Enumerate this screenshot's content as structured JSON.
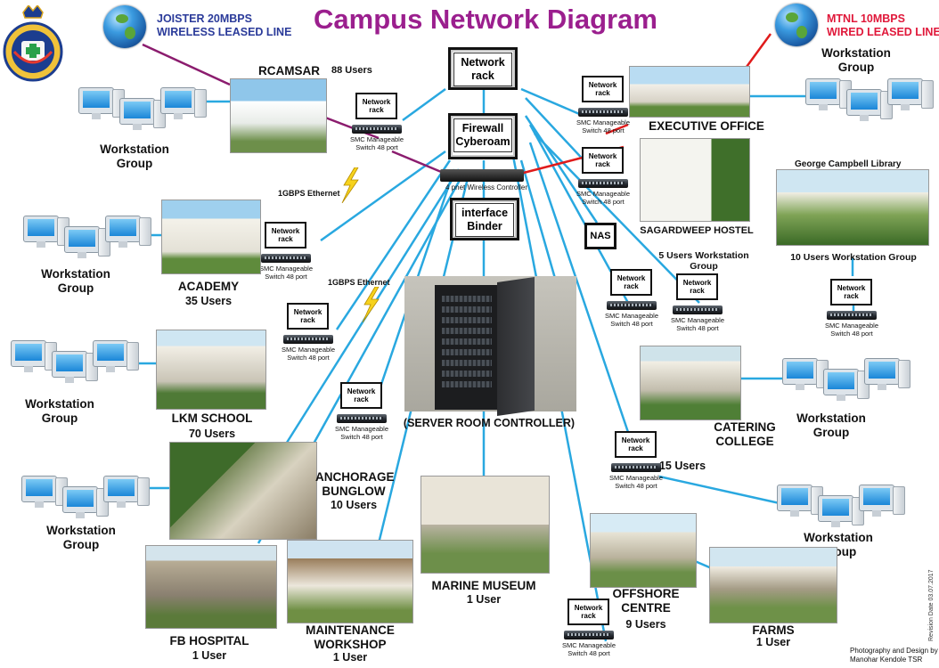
{
  "title": "Campus Network Diagram",
  "isp_left": {
    "line1": "JOISTER 20MBPS",
    "line2": "WIRELESS LEASED LINE"
  },
  "isp_right": {
    "line1": "MTNL 10MBPS",
    "line2": "WIRED LEASED LINE"
  },
  "core": {
    "network_rack": [
      "Network",
      "rack"
    ],
    "firewall": [
      "Firewall",
      "Cyberoam"
    ],
    "interface_binder": [
      "interface",
      "Binder"
    ],
    "nas": "NAS",
    "wireless_controller": "4 pnet Wireless Controller",
    "server_room": "(SERVER ROOM CONTROLLER)"
  },
  "switch": {
    "rack_line1": "Network",
    "rack_line2": "rack",
    "label_line1": "SMC Manageable",
    "label_line2": "Switch 48 port"
  },
  "links": {
    "ethernet": "1GBPS Ethernet"
  },
  "workstation": {
    "line1": "Workstation",
    "line2": "Group"
  },
  "buildings": {
    "rcamsar": {
      "name": "RCAMSAR",
      "users": "88 Users"
    },
    "academy": {
      "name": "ACADEMY",
      "users": "35 Users"
    },
    "lkm": {
      "name": "LKM SCHOOL",
      "users": "70 Users"
    },
    "anchorage": {
      "line1": "ANCHORAGE",
      "line2": "BUNGLOW",
      "users": "10 Users"
    },
    "fb_hospital": {
      "name": "FB HOSPITAL",
      "users": "1 User"
    },
    "maintenance": {
      "line1": "MAINTENANCE",
      "line2": "WORKSHOP",
      "users": "1 User"
    },
    "marine_museum": {
      "name": "MARINE MUSEUM",
      "users": "1 User"
    },
    "executive": {
      "name": "EXECUTIVE OFFICE"
    },
    "sagardweep": {
      "name": "SAGARDWEEP HOSTEL",
      "users_line1": "5 Users Workstation",
      "users_line2": "Group"
    },
    "library": {
      "name": "George Campbell Library",
      "users": "10 Users Workstation Group"
    },
    "catering": {
      "line1": "CATERING",
      "line2": "COLLEGE",
      "users": "15 Users"
    },
    "offshore": {
      "line1": "OFFSHORE",
      "line2": "CENTRE",
      "users": "9 Users"
    },
    "farms": {
      "name": "FARMS",
      "users": "1 User"
    }
  },
  "credit": {
    "line1": "Photography and Design by",
    "line2": "Manohar Kendole TSR"
  },
  "revision": "Revision Date 03.07.2017",
  "colors": {
    "title": "#9b1f8e",
    "link": "#29a8e0",
    "purple_link": "#8b1c6e",
    "red_link": "#e01b1b",
    "isp_left": "#2b3b9a",
    "isp_right": "#e0183a"
  }
}
